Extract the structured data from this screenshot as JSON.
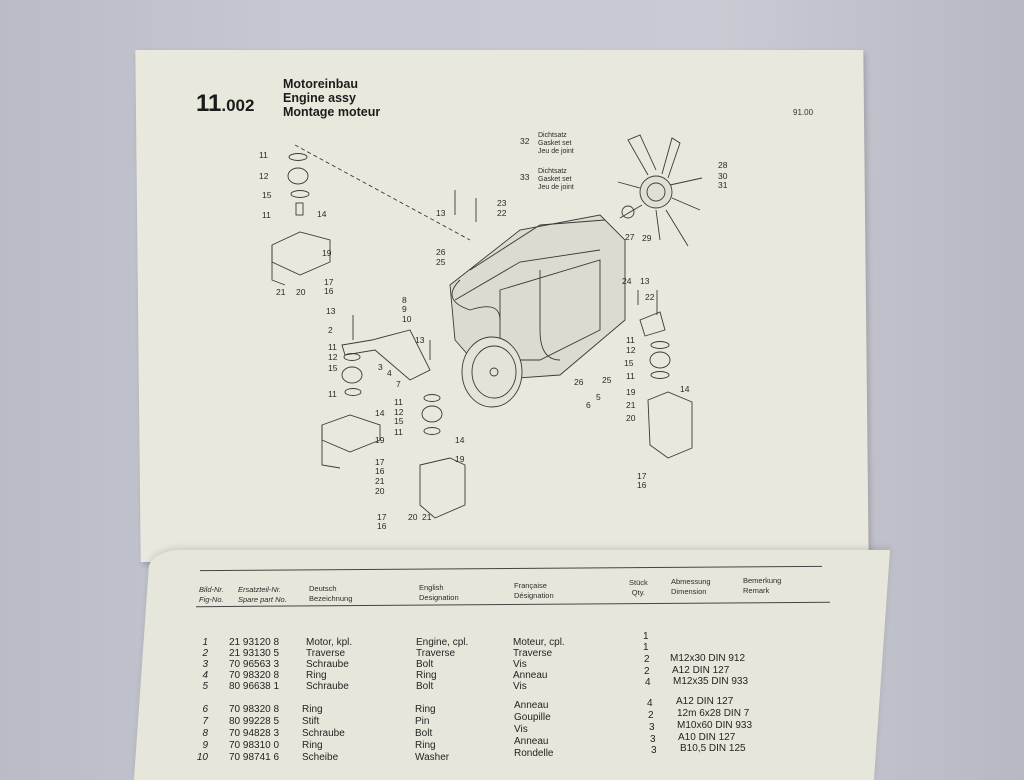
{
  "page": {
    "section_number_major": "11",
    "section_number_minor": ".002",
    "titles": [
      "Motoreinbau",
      "Engine assy",
      "Montage moteur"
    ],
    "date": "91.00"
  },
  "diagram": {
    "callouts": [
      {
        "id": "32",
        "lines": [
          "Dichtsatz",
          "Gasket set",
          "Jeu de joint"
        ]
      },
      {
        "id": "33",
        "lines": [
          "Dichtsatz",
          "Gasket set",
          "Jeu de joint"
        ]
      }
    ],
    "labels": [
      "11",
      "12",
      "15",
      "11",
      "14",
      "19",
      "17",
      "16",
      "21",
      "20",
      "13",
      "23",
      "22",
      "26",
      "25",
      "28",
      "30",
      "31",
      "27",
      "29",
      "24",
      "13",
      "22",
      "11",
      "12",
      "15",
      "11",
      "14",
      "19",
      "21",
      "20",
      "17",
      "16",
      "8",
      "9",
      "10",
      "13",
      "2",
      "11",
      "12",
      "15",
      "3",
      "4",
      "7",
      "13",
      "11",
      "14",
      "19",
      "17",
      "16",
      "21",
      "20",
      "11",
      "12",
      "15",
      "11",
      "14",
      "19",
      "17",
      "16",
      "20",
      "21",
      "26",
      "25",
      "5",
      "6"
    ]
  },
  "table": {
    "headers": [
      {
        "de": "Bild-Nr.",
        "en": "Fig-No."
      },
      {
        "de": "Ersatzteil-Nr.",
        "en": "Spare part No."
      },
      {
        "de": "Deutsch",
        "en": "Bezeichnung"
      },
      {
        "de": "English",
        "en": "Designation"
      },
      {
        "de": "Française",
        "en": "Désignation"
      },
      {
        "de": "Stück",
        "en": "Qty."
      },
      {
        "de": "Abmessung",
        "en": "Dimension"
      },
      {
        "de": "Bemerkung",
        "en": "Remark"
      }
    ],
    "rows": [
      {
        "fig": "1",
        "part": "21 93120 8",
        "de": "Motor, kpl.",
        "en": "Engine, cpl.",
        "fr": "Moteur, cpl.",
        "qty": "1",
        "dim": ""
      },
      {
        "fig": "2",
        "part": "21 93130 5",
        "de": "Traverse",
        "en": "Traverse",
        "fr": "Traverse",
        "qty": "1",
        "dim": ""
      },
      {
        "fig": "3",
        "part": "70 96563 3",
        "de": "Schraube",
        "en": "Bolt",
        "fr": "Vis",
        "qty": "2",
        "dim": "M12x30 DIN 912"
      },
      {
        "fig": "4",
        "part": "70 98320 8",
        "de": "Ring",
        "en": "Ring",
        "fr": "Anneau",
        "qty": "2",
        "dim": "A12 DIN 127"
      },
      {
        "fig": "5",
        "part": "80 96638 1",
        "de": "Schraube",
        "en": "Bolt",
        "fr": "Vis",
        "qty": "4",
        "dim": "M12x35 DIN 933"
      },
      {
        "fig": "6",
        "part": "70 98320 8",
        "de": "Ring",
        "en": "Ring",
        "fr": "Anneau",
        "qty": "4",
        "dim": "A12 DIN 127"
      },
      {
        "fig": "7",
        "part": "80 99228 5",
        "de": "Stift",
        "en": "Pin",
        "fr": "Goupille",
        "qty": "2",
        "dim": "12m 6x28 DIN 7"
      },
      {
        "fig": "8",
        "part": "70 94828 3",
        "de": "Schraube",
        "en": "Bolt",
        "fr": "Vis",
        "qty": "3",
        "dim": "M10x60 DIN 933"
      },
      {
        "fig": "9",
        "part": "70 98310 0",
        "de": "Ring",
        "en": "Ring",
        "fr": "Anneau",
        "qty": "3",
        "dim": "A10 DIN 127"
      },
      {
        "fig": "10",
        "part": "70 98741 6",
        "de": "Scheibe",
        "en": "Washer",
        "fr": "Rondelle",
        "qty": "3",
        "dim": "B10,5 DIN 125"
      }
    ]
  }
}
